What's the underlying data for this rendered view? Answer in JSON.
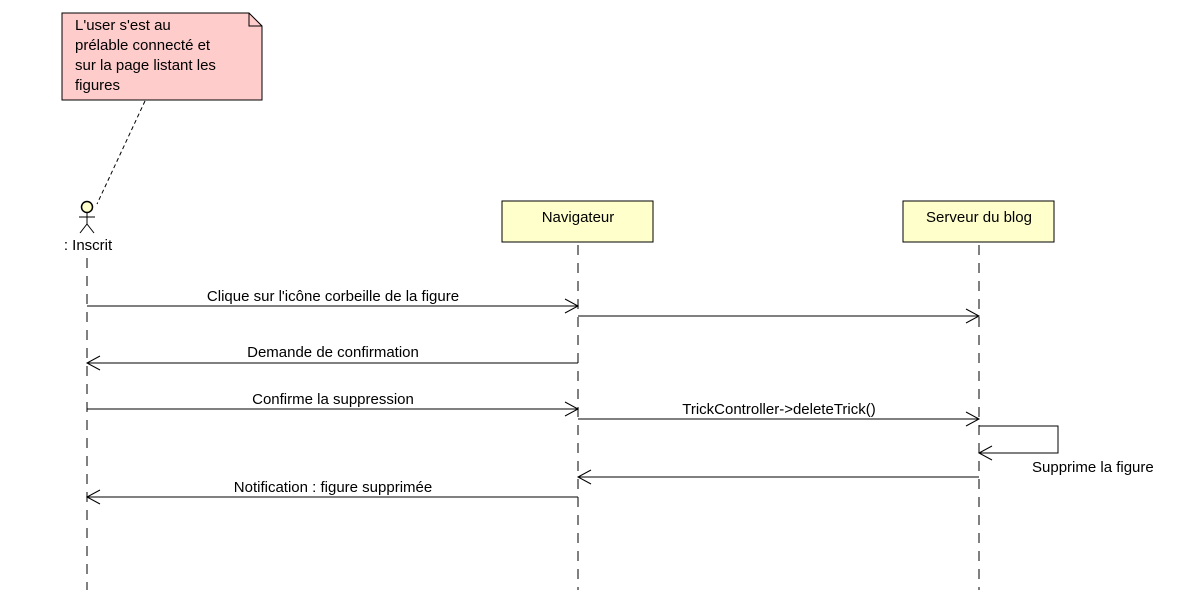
{
  "note": {
    "lines": [
      "L'user s'est au",
      "prélable connecté et",
      "sur la page listant les",
      "figures"
    ],
    "fill": "#ffcccc",
    "border": "#000000"
  },
  "participants": {
    "actor": {
      "label": ": Inscrit"
    },
    "navigateur": {
      "label": "Navigateur",
      "fill": "#ffffcc"
    },
    "serveur": {
      "label": "Serveur du blog",
      "fill": "#ffffcc"
    }
  },
  "messages": [
    {
      "from": "actor",
      "to": "navigateur",
      "label": "Clique sur l'icône corbeille de la  figure"
    },
    {
      "from": "navigateur",
      "to": "serveur",
      "label": ""
    },
    {
      "from": "navigateur",
      "to": "actor",
      "label": "Demande de confirmation"
    },
    {
      "from": "actor",
      "to": "navigateur",
      "label": "Confirme la suppression"
    },
    {
      "from": "navigateur",
      "to": "serveur",
      "label": "TrickController->deleteTrick()"
    },
    {
      "from": "serveur",
      "to": "serveur",
      "label": "Supprime la figure"
    },
    {
      "from": "serveur",
      "to": "navigateur",
      "label": ""
    },
    {
      "from": "navigateur",
      "to": "actor",
      "label": "Notification : figure supprimée"
    }
  ]
}
